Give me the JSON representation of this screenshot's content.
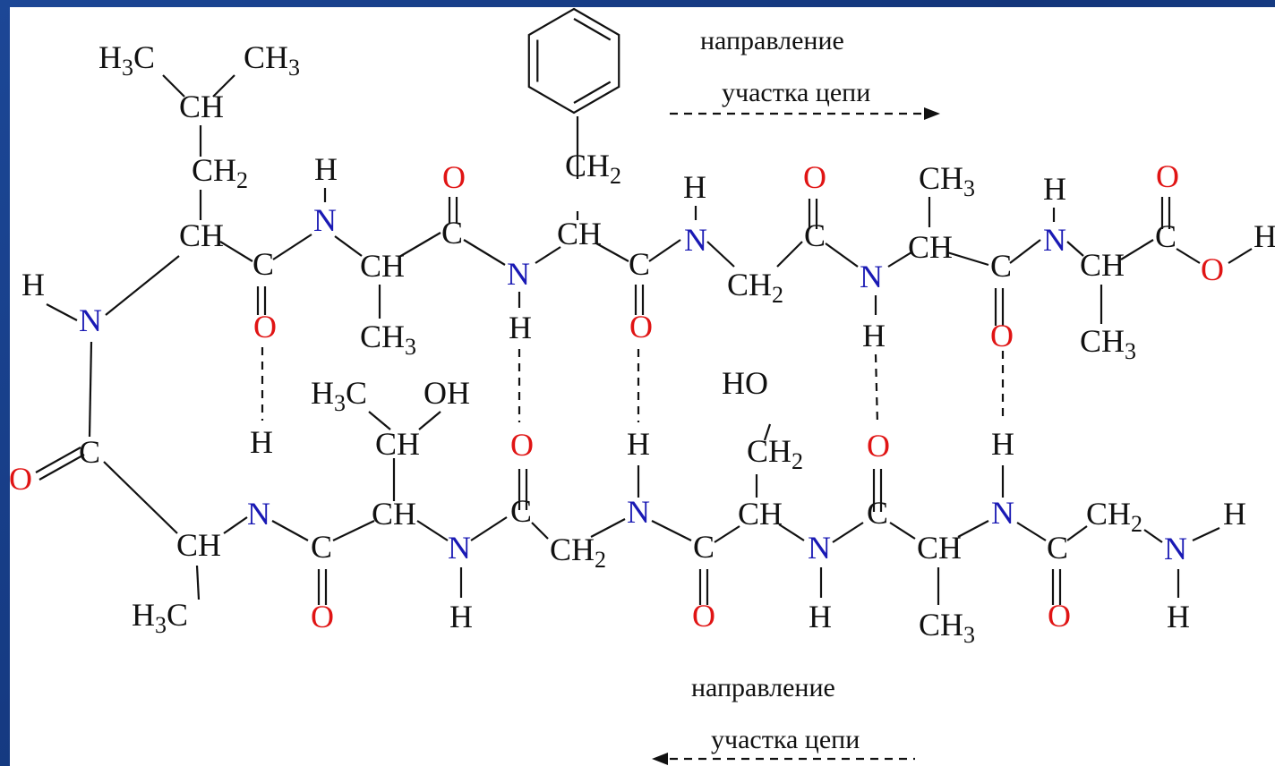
{
  "labels": {
    "c": "C",
    "o": "O",
    "n": "N",
    "h": "H",
    "ch": "CH",
    "ch2": "CH2",
    "ch3": "CH3",
    "h3c": "H3C",
    "oh": "OH",
    "ho": "HO",
    "two": "2",
    "three": "3"
  },
  "captions": {
    "top_line1": "направление",
    "top_line2": "участка цепи",
    "bottom_line1": "направление",
    "bottom_line2": "участка цепи"
  },
  "colors": {
    "background": "#1a3d8a",
    "canvas": "#ffffff",
    "carbon": "#111111",
    "nitrogen": "#1a1ab4",
    "oxygen": "#e01414"
  }
}
